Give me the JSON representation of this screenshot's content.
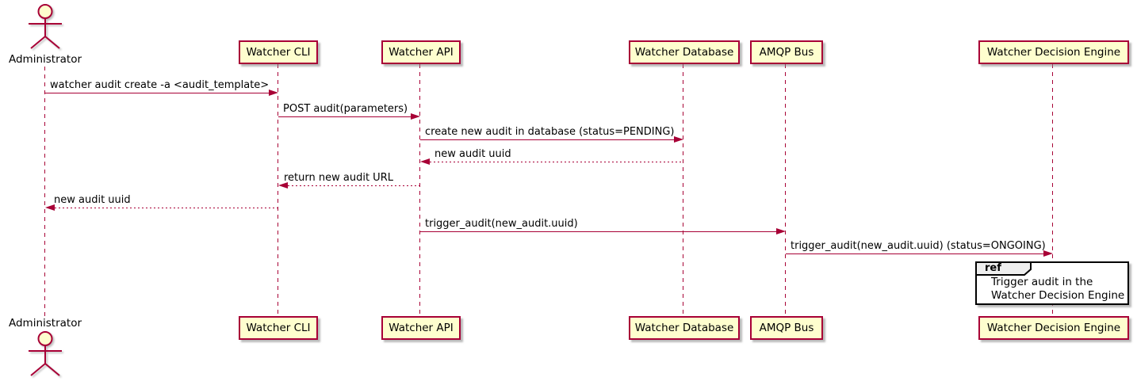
{
  "diagram": {
    "type": "sequence-diagram",
    "colors": {
      "participant_fill": "#FEFECE",
      "line_and_border": "#A80036",
      "ref_header_fill": "#EEEEEE",
      "ref_border": "#000000",
      "text": "#000000"
    },
    "actor": {
      "name": "Administrator"
    },
    "participants": [
      {
        "name": "Watcher CLI"
      },
      {
        "name": "Watcher API"
      },
      {
        "name": "Watcher Database"
      },
      {
        "name": "AMQP Bus"
      },
      {
        "name": "Watcher Decision Engine"
      }
    ],
    "messages": [
      {
        "from": "Administrator",
        "to": "Watcher CLI",
        "text": "watcher audit create -a <audit_template>",
        "line": "solid",
        "direction": "right"
      },
      {
        "from": "Watcher CLI",
        "to": "Watcher API",
        "text": "POST audit(parameters)",
        "line": "solid",
        "direction": "right"
      },
      {
        "from": "Watcher API",
        "to": "Watcher Database",
        "text": "create new audit in database (status=PENDING)",
        "line": "solid",
        "direction": "right"
      },
      {
        "from": "Watcher Database",
        "to": "Watcher API",
        "text": "new audit uuid",
        "line": "dotted",
        "direction": "left"
      },
      {
        "from": "Watcher API",
        "to": "Watcher CLI",
        "text": "return new audit URL",
        "line": "dotted",
        "direction": "left"
      },
      {
        "from": "Watcher CLI",
        "to": "Administrator",
        "text": "new audit uuid",
        "line": "dotted",
        "direction": "left"
      },
      {
        "from": "Watcher API",
        "to": "AMQP Bus",
        "text": "trigger_audit(new_audit.uuid)",
        "line": "solid",
        "direction": "right"
      },
      {
        "from": "AMQP Bus",
        "to": "Watcher Decision Engine",
        "text": "trigger_audit(new_audit.uuid) (status=ONGOING)",
        "line": "solid",
        "direction": "right"
      }
    ],
    "ref": {
      "keyword": "ref",
      "lines": [
        "Trigger audit in the",
        "Watcher Decision Engine"
      ]
    }
  }
}
